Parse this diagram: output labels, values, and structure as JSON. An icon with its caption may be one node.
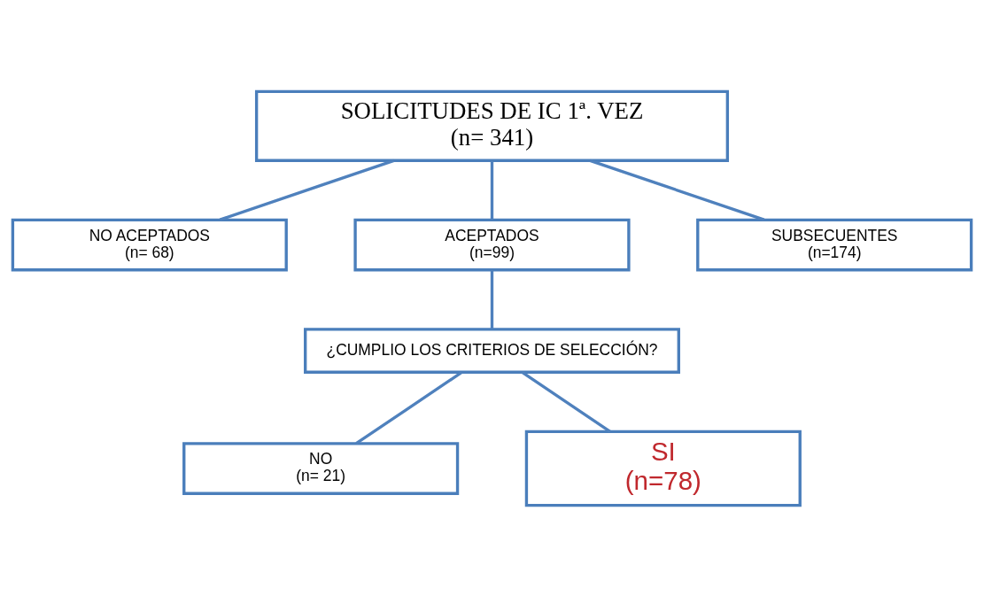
{
  "diagram": {
    "nodes": [
      {
        "text": [
          "SOLICITUDES DE IC 1ª. VEZ",
          "(n= 341)"
        ]
      },
      {
        "text": [
          "NO ACEPTADOS",
          "(n= 68)"
        ]
      },
      {
        "text": [
          "ACEPTADOS",
          "(n=99)"
        ]
      },
      {
        "text": [
          "SUBSECUENTES",
          "(n=174)"
        ]
      },
      {
        "text": [
          "¿CUMPLIO LOS CRITERIOS DE SELECCIÓN?"
        ]
      },
      {
        "text": [
          "NO",
          "(n= 21)"
        ]
      },
      {
        "text": [
          "SI",
          "(n=78)"
        ]
      }
    ],
    "edges": [
      {
        "from": 0,
        "to": 1,
        "arrow": "none"
      },
      {
        "from": 0,
        "to": 2,
        "arrow": "none"
      },
      {
        "from": 0,
        "to": 3,
        "arrow": "none"
      },
      {
        "from": 2,
        "to": 4,
        "arrow": "none"
      },
      {
        "from": 4,
        "to": 5,
        "arrow": "none"
      },
      {
        "from": 4,
        "to": 6,
        "arrow": "none"
      }
    ]
  }
}
